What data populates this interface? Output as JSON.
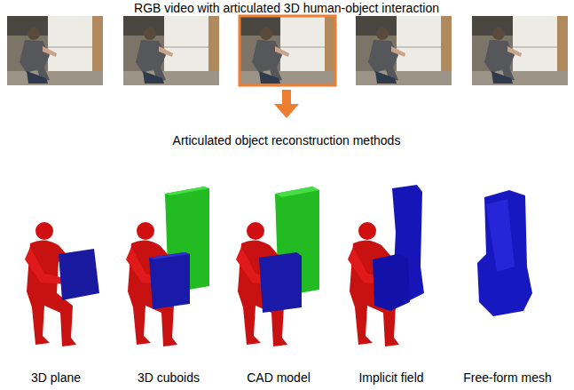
{
  "diagram": {
    "title": "RGB video with articulated 3D human-object interaction",
    "labels": [
      "Articulated object reconstruction methods",
      "3D plane",
      "3D cuboids",
      "CAD model",
      "Implicit field",
      "Free-form mesh"
    ]
  }
}
